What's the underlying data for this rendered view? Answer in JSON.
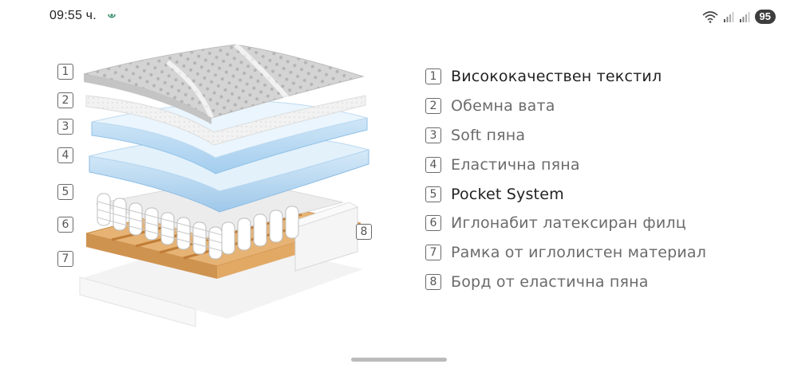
{
  "status_bar": {
    "time": "09:55 ч.",
    "battery": "95",
    "icons": [
      "wifi-icon",
      "signal-icon",
      "signal-icon",
      "battery-icon"
    ]
  },
  "diagram": {
    "callouts": [
      "1",
      "2",
      "3",
      "4",
      "5",
      "6",
      "7",
      "8"
    ]
  },
  "legend": {
    "items": [
      {
        "number": "1",
        "label": "Висококачествен текстил",
        "emphasis": true
      },
      {
        "number": "2",
        "label": "Обемна вата",
        "emphasis": false
      },
      {
        "number": "3",
        "label": "Soft пяна",
        "emphasis": false
      },
      {
        "number": "4",
        "label": "Еластична пяна",
        "emphasis": false
      },
      {
        "number": "5",
        "label": "Pocket System",
        "emphasis": true
      },
      {
        "number": "6",
        "label": "Иглонабит латексиран филц",
        "emphasis": false
      },
      {
        "number": "7",
        "label": "Рамка от иглолистен материал",
        "emphasis": false
      },
      {
        "number": "8",
        "label": "Борд от еластична пяна",
        "emphasis": false
      }
    ]
  },
  "colors": {
    "text_dark": "#222222",
    "text_gray": "#6b6b6b",
    "foam_blue": "#a9d3f0",
    "frame_wood": "#d9a35c"
  }
}
